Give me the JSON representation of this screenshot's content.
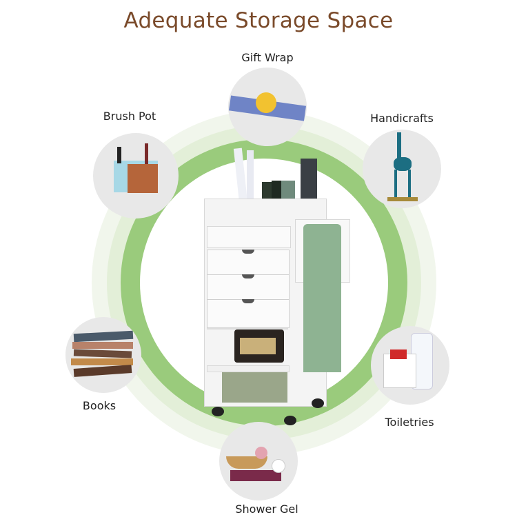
{
  "title": "Adequate Storage Space",
  "items": [
    {
      "label": "Gift Wrap"
    },
    {
      "label": "Brush Pot"
    },
    {
      "label": "Handicrafts"
    },
    {
      "label": "Books"
    },
    {
      "label": "Toiletries"
    },
    {
      "label": "Shower Gel"
    }
  ],
  "colors": {
    "title": "#7a4a2a",
    "ring": "#9acb7c",
    "bubble": "#e8e8e8"
  }
}
